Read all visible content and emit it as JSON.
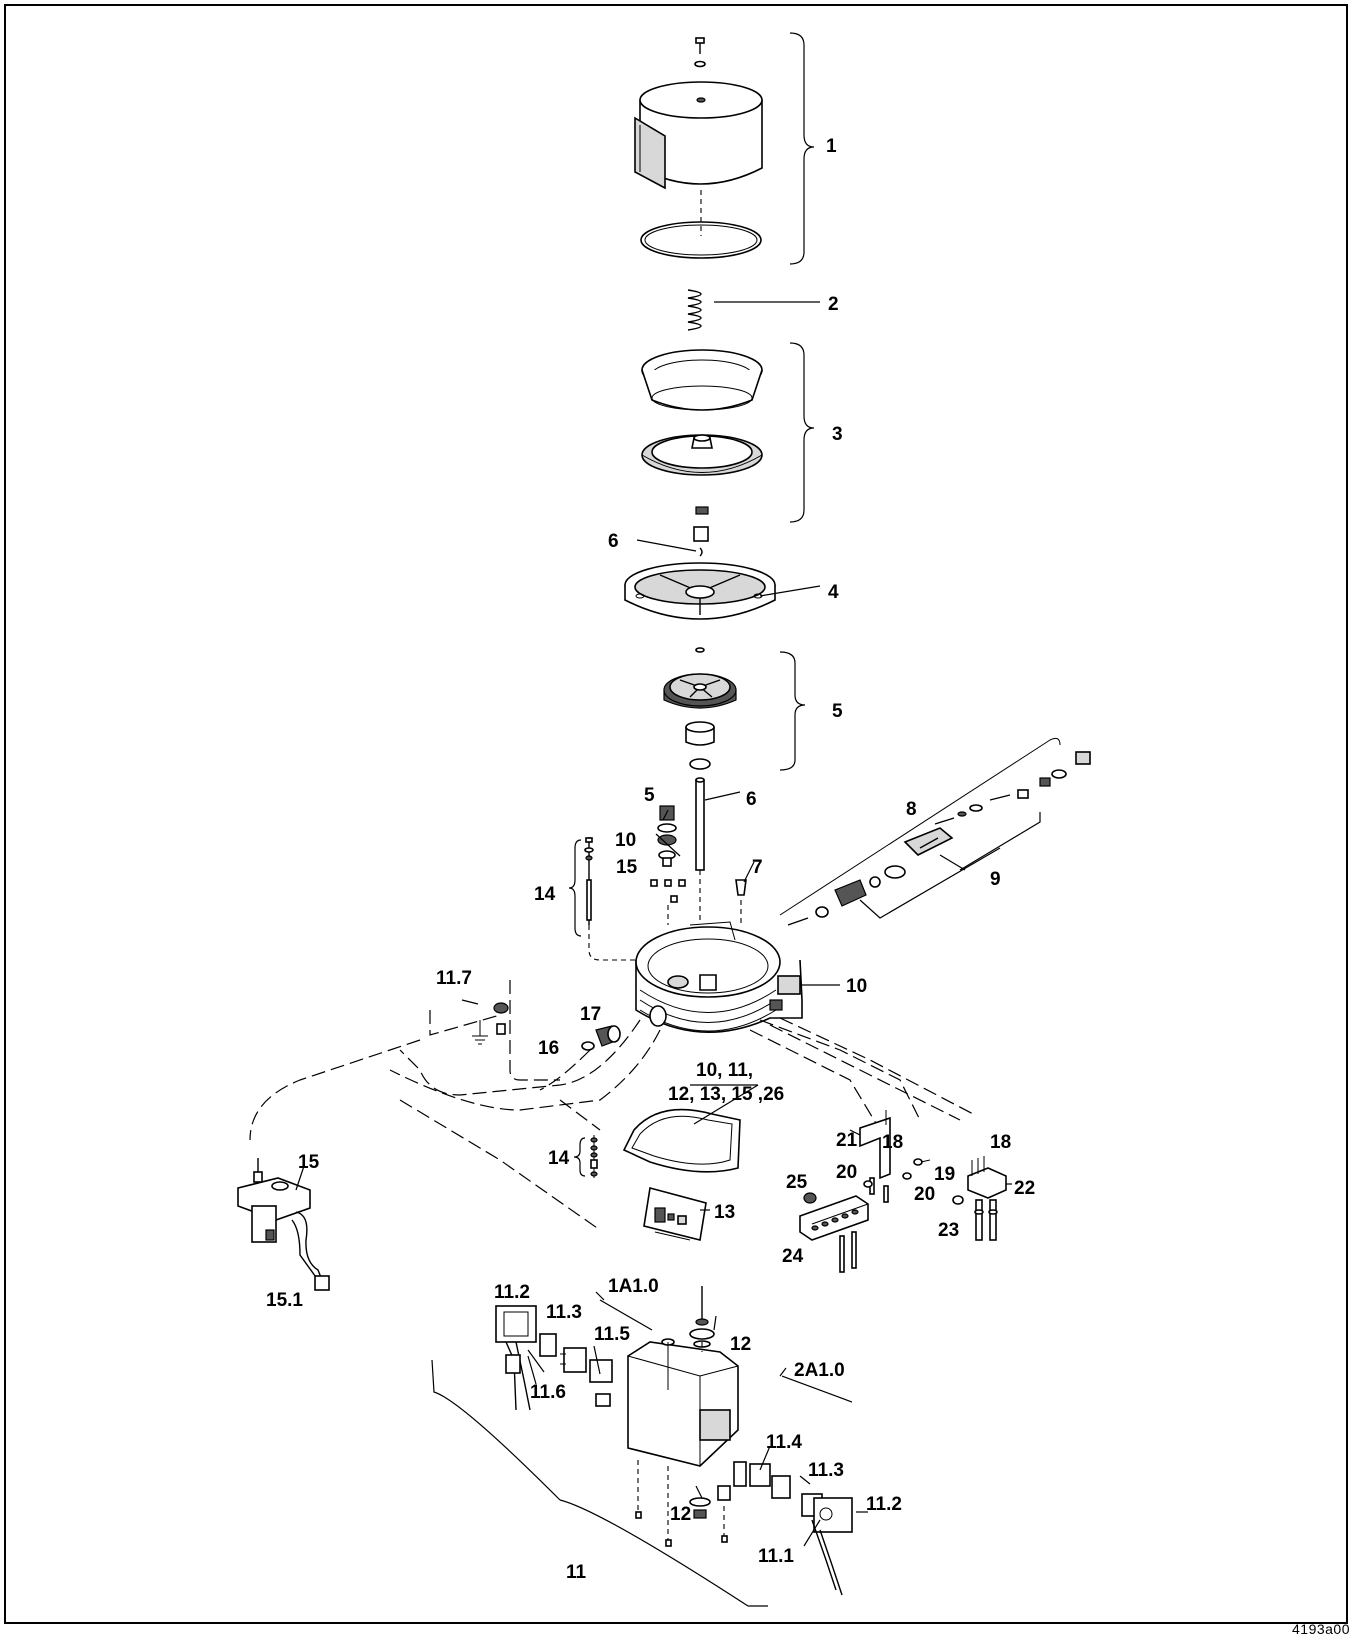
{
  "drawing": {
    "reference": "4193a00",
    "callouts": {
      "c1": "1",
      "c2": "2",
      "c3": "3",
      "c4": "4",
      "c5a": "5",
      "c5b": "5",
      "c6a": "6",
      "c6b": "6",
      "c7": "7",
      "c8": "8",
      "c9": "9",
      "c10a": "10",
      "c10b": "10",
      "c10c": "10, 11,",
      "c10d": "12, 13, 15 ,26",
      "c11_7": "11.7",
      "c17": "17",
      "c16": "16",
      "c14a": "14",
      "c14b": "14",
      "c15a": "15",
      "c15b": "15",
      "c15_1": "15.1",
      "c21": "21",
      "c18a": "18",
      "c18b": "18",
      "c19": "19",
      "c20a": "20",
      "c20b": "20",
      "c22": "22",
      "c23": "23",
      "c24": "24",
      "c25": "25",
      "c13": "13",
      "c1a1": "1A1.0",
      "c2a1": "2A1.0",
      "c11_2a": "11.2",
      "c11_3a": "11.3",
      "c11_5": "11.5",
      "c11_6": "11.6",
      "c12a": "12",
      "c12b": "12",
      "c11_4": "11.4",
      "c11_3b": "11.3",
      "c11_2b": "11.2",
      "c11_1": "11.1",
      "c11": "11"
    }
  }
}
